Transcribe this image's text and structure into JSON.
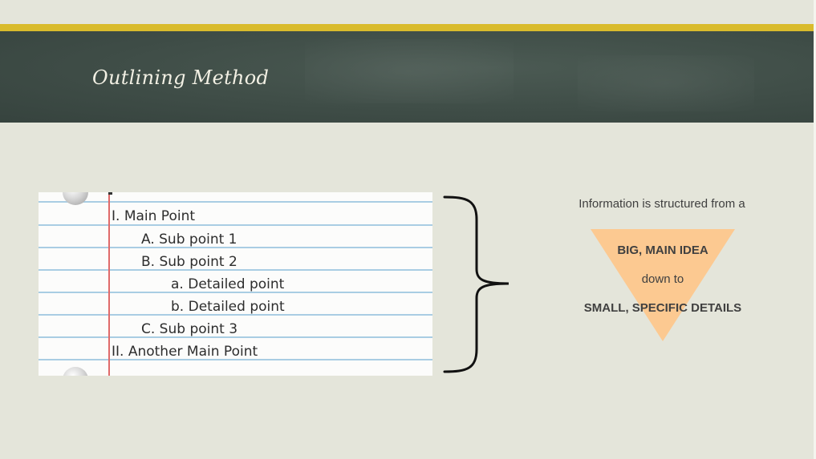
{
  "slide": {
    "title": "Outlining Method"
  },
  "outline": {
    "lines": [
      "I. Main Point",
      "A. Sub point 1",
      "B. Sub point 2",
      "a. Detailed point",
      "b. Detailed point",
      "C. Sub point 3",
      "II. Another Main Point"
    ]
  },
  "info": {
    "intro": "Information is structured from a",
    "big_idea": "BIG, MAIN IDEA",
    "down_to": "down to",
    "details": "SMALL, SPECIFIC DETAILS"
  },
  "colors": {
    "background": "#e4e5da",
    "header": "#3f4d47",
    "gold_bar": "#d9bb2c",
    "triangle": "#fcc991",
    "paper_rule": "#a9cde3",
    "margin_line": "#e06a6a"
  },
  "icons": {
    "brace": "right-curly-brace-icon"
  }
}
